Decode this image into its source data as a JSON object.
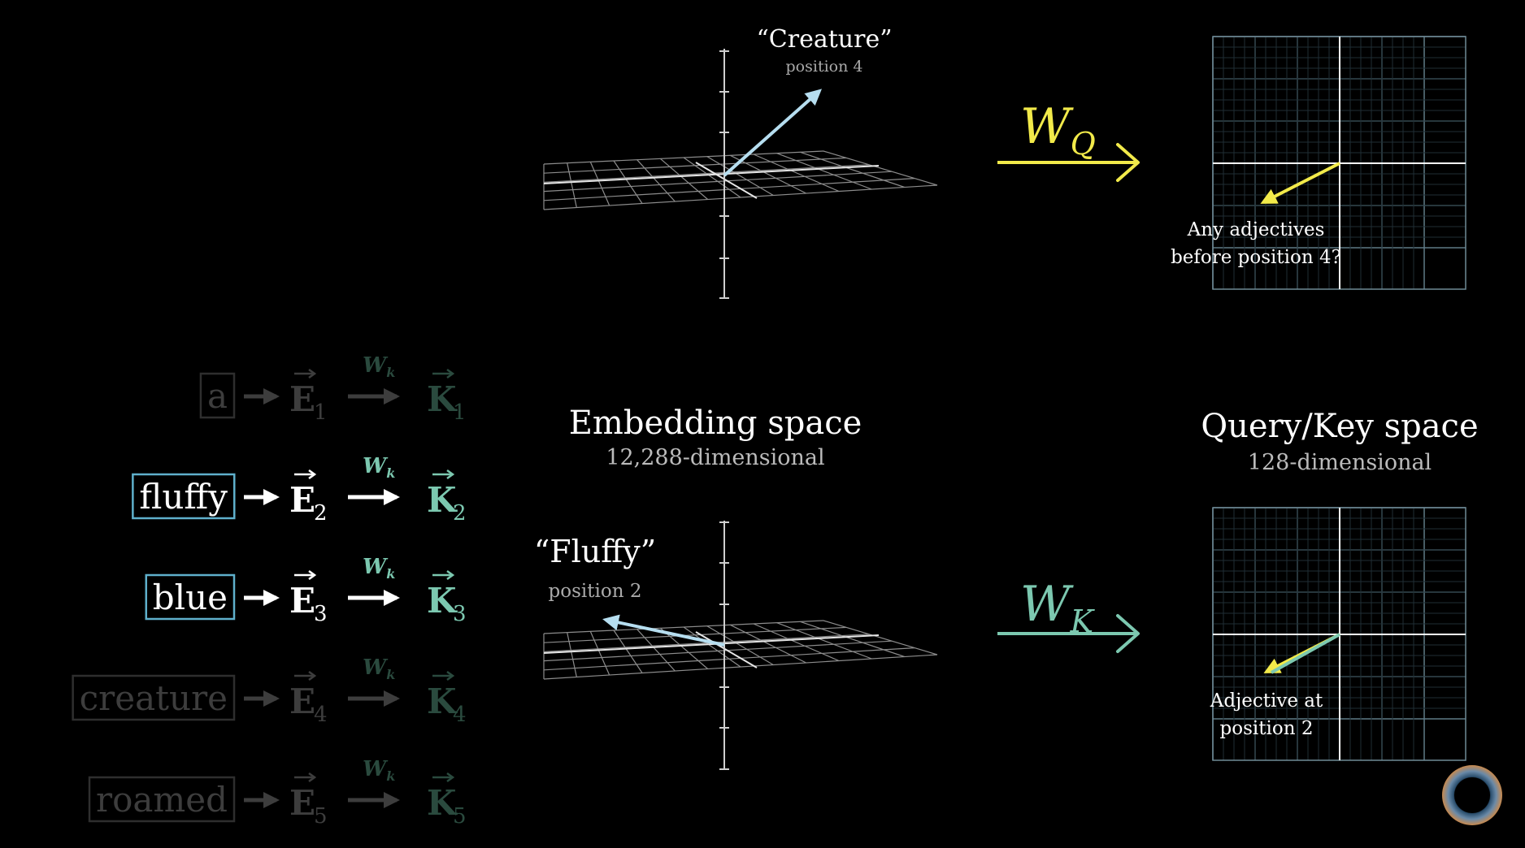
{
  "top_vector": {
    "word": "“Creature”",
    "position": "position 4"
  },
  "bottom_vector": {
    "word": "“Fluffy”",
    "position": "position 2"
  },
  "embedding": {
    "title": "Embedding space",
    "subtitle": "12,288-dimensional"
  },
  "querykey": {
    "title": "Query/Key space",
    "subtitle": "128-dimensional"
  },
  "wq": {
    "base": "W",
    "sub": "Q"
  },
  "wk": {
    "base": "W",
    "sub": "K"
  },
  "query_note": {
    "line1": "Any adjectives",
    "line2": "before position 4?"
  },
  "key_note": {
    "line1": "Adjective at",
    "line2": "position 2"
  },
  "tokens": [
    {
      "word": "a",
      "e": "E",
      "k": "K",
      "w": "W",
      "w_sub": "k",
      "index": "1",
      "highlighted": false
    },
    {
      "word": "fluffy",
      "e": "E",
      "k": "K",
      "w": "W",
      "w_sub": "k",
      "index": "2",
      "highlighted": true
    },
    {
      "word": "blue",
      "e": "E",
      "k": "K",
      "w": "W",
      "w_sub": "k",
      "index": "3",
      "highlighted": true
    },
    {
      "word": "creature",
      "e": "E",
      "k": "K",
      "w": "W",
      "w_sub": "k",
      "index": "4",
      "highlighted": false
    },
    {
      "word": "roamed",
      "e": "E",
      "k": "K",
      "w": "W",
      "w_sub": "k",
      "index": "5",
      "highlighted": false
    }
  ],
  "colors": {
    "background": "#000000",
    "query_yellow": "#f2ea4a",
    "key_teal": "#7cc8b0",
    "vector_blue": "#b6def0",
    "highlight_box": "#5fb0cc",
    "grid_line": "#7f97a3",
    "dim_text": "#3d3d3d",
    "dim_key": "#2a4a3e"
  },
  "icons": [
    "loading-ring-icon"
  ]
}
